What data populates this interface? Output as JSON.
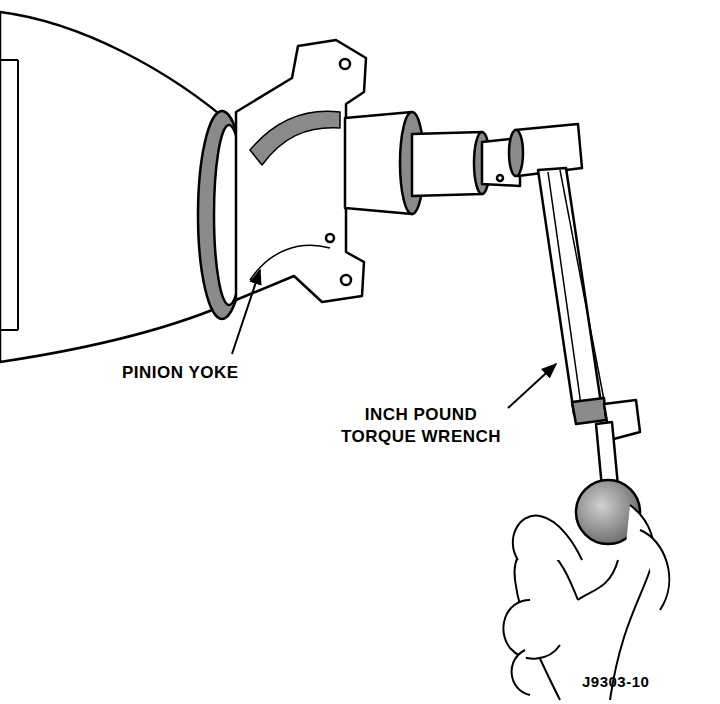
{
  "diagram": {
    "labels": [
      "PINION YOKE",
      "INCH POUND TORQUE WRENCH",
      "J9303-10"
    ]
  }
}
